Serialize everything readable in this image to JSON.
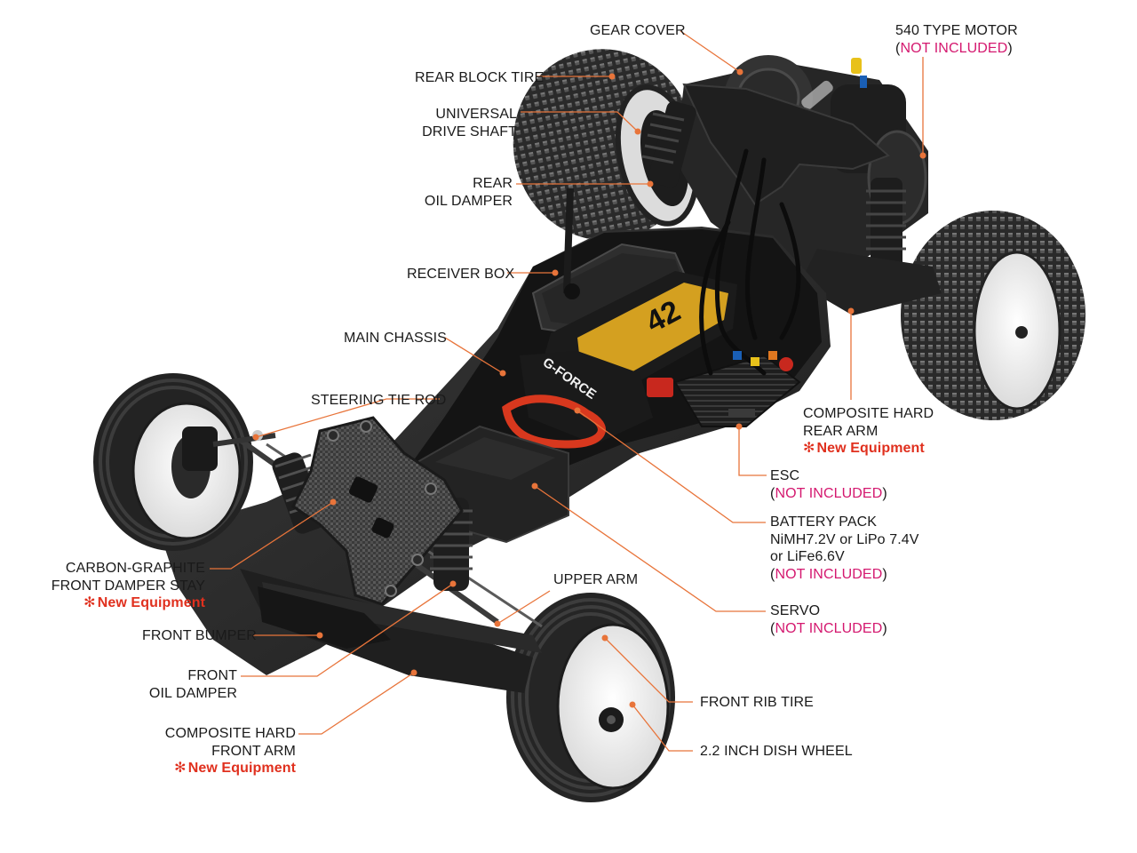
{
  "labels": {
    "gear_cover": [
      "GEAR COVER"
    ],
    "motor": [
      "540 TYPE MOTOR"
    ],
    "rear_block_tire": [
      "REAR BLOCK TIRE"
    ],
    "universal_drive_shaft": [
      "UNIVERSAL",
      "DRIVE SHAFT"
    ],
    "rear_oil_damper": [
      "REAR",
      "OIL DAMPER"
    ],
    "receiver_box": [
      "RECEIVER BOX"
    ],
    "main_chassis": [
      "MAIN CHASSIS"
    ],
    "steering_tie_rod": [
      "STEERING TIE ROD"
    ],
    "composite_hard_rear_arm": [
      "COMPOSITE HARD",
      "REAR ARM"
    ],
    "esc": [
      "ESC"
    ],
    "battery_pack": [
      "BATTERY PACK",
      "NiMH7.2V or LiPo 7.4V",
      "or LiFe6.6V"
    ],
    "carbon_graphite_front_damper_stay": [
      "CARBON-GRAPHITE",
      "FRONT DAMPER STAY"
    ],
    "upper_arm": [
      "UPPER ARM"
    ],
    "servo": [
      "SERVO"
    ],
    "front_bumper": [
      "FRONT BUMPER"
    ],
    "front_oil_damper": [
      "FRONT",
      "OIL DAMPER"
    ],
    "front_rib_tire": [
      "FRONT RIB TIRE"
    ],
    "composite_hard_front_arm": [
      "COMPOSITE HARD",
      "FRONT ARM"
    ],
    "dish_wheel": [
      "2.2 INCH DISH WHEEL"
    ]
  },
  "not_included": {
    "open": "(",
    "text": "NOT INCLUDED",
    "close": ")"
  },
  "new_equipment": {
    "star": "✻",
    "text": "New Equipment"
  },
  "battery_decal": {
    "brand": "G-FORCE",
    "number": "42"
  },
  "colors": {
    "leader_line": "#e8743a",
    "not_included": "#d4186f",
    "new_equipment": "#e0301e",
    "chassis": "#2b2b2b",
    "tire": "#242424",
    "wheel": "#f2f2f2",
    "battery_red": "#c8281e"
  }
}
